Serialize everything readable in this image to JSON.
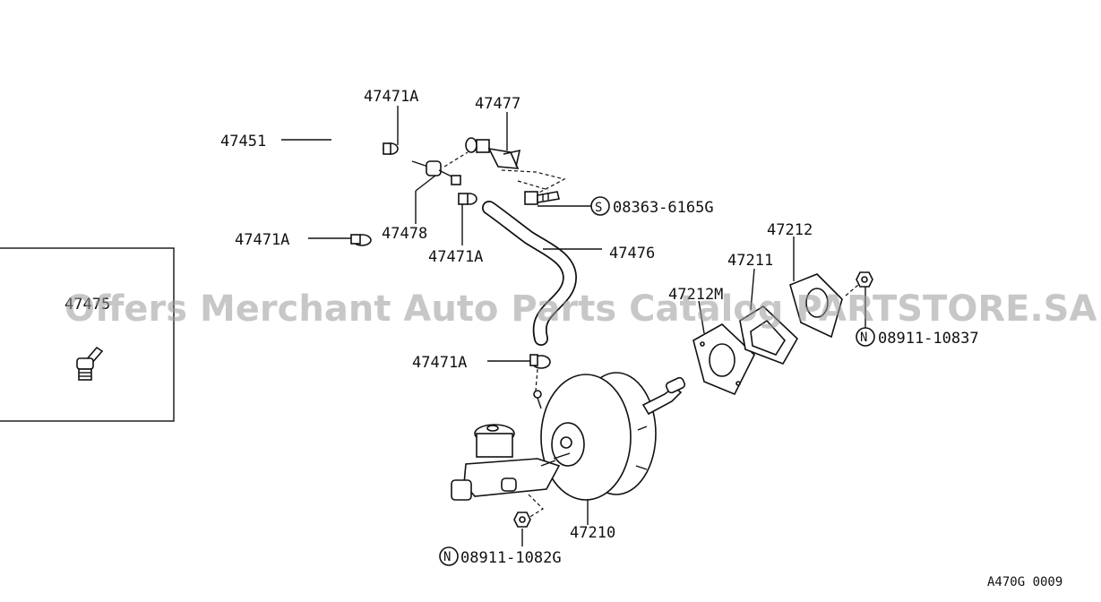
{
  "parts": {
    "hose_upper": "47451",
    "clamp_top": "47471A",
    "bracket": "47477",
    "clamp_left": "47471A",
    "check_valve": "47478",
    "clamp_mid": "47471A",
    "bolt_code": "08363-6165G",
    "hose_lower": "47476",
    "gasket_outer": "47212",
    "spacer": "47211",
    "gasket_m": "47212M",
    "nut_right_code": "08911-10837",
    "clamp_bottom": "47471A",
    "booster": "47210",
    "nut_bottom_code": "08911-1082G",
    "inset_part": "47475"
  },
  "symbols": {
    "bolt": "S",
    "nut": "N"
  },
  "diagram_code": "A470G 0009",
  "watermark": "Offers Merchant Auto Parts Catalog PARTSTORE.SA"
}
